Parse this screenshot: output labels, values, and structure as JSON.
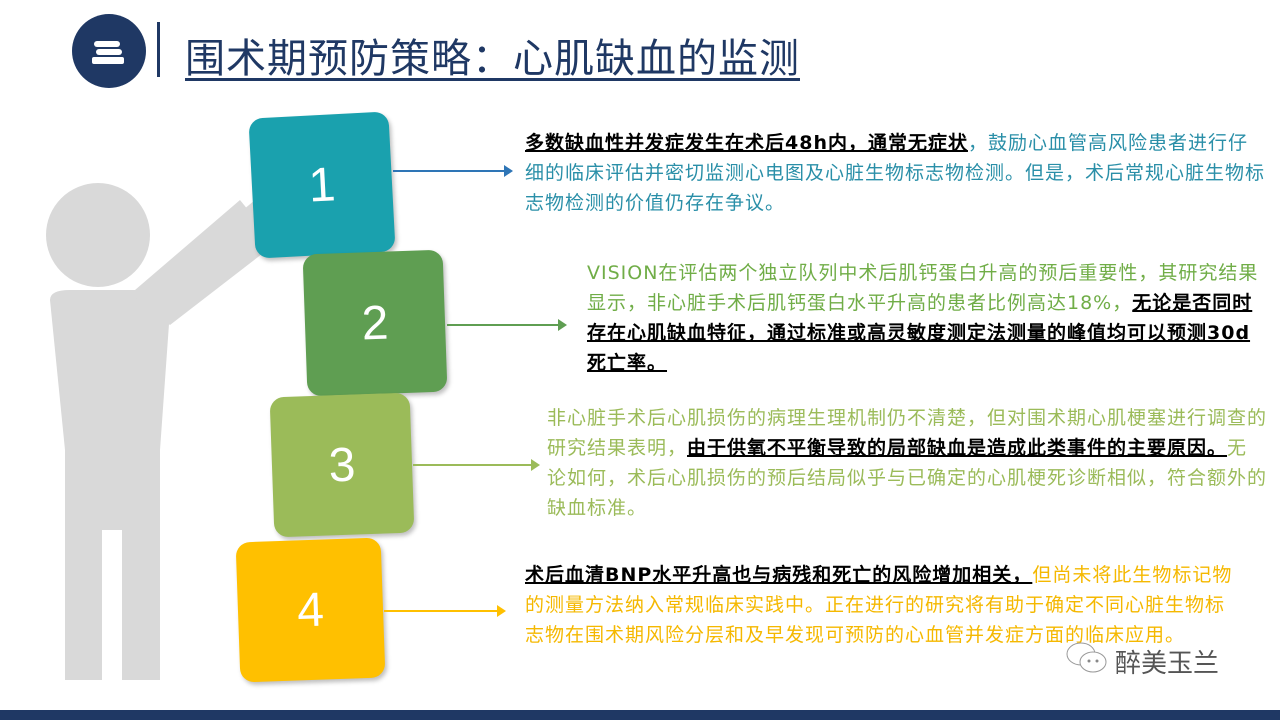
{
  "header": {
    "title": "围术期预防策略：心肌缺血的监测",
    "logo_icon": "books-icon"
  },
  "steps": [
    {
      "number": "1",
      "color": "#1aa1ae",
      "text_color": "#2a8fa8",
      "bold": "多数缺血性并发症发生在术后48h内，通常无症状",
      "rest": "，鼓励心血管高风险患者进行仔细的临床评估并密切监测心电图及心脏生物标志物检测。但是，术后常规心脏生物标志物检测的价值仍存在争议。"
    },
    {
      "number": "2",
      "color": "#5f9e52",
      "text_color": "#70ad47",
      "pre": "VISION在评估两个独立队列中术后肌钙蛋白升高的预后重要性，其研究结果显示，非心脏手术后肌钙蛋白水平升高的患者比例高达18%，",
      "bold": "无论是否同时存在心肌缺血特征，通过标准或高灵敏度测定法测量的峰值均可以预测30d死亡率。"
    },
    {
      "number": "3",
      "color": "#9bbb59",
      "text_color": "#9bbb59",
      "pre": "非心脏手术后心肌损伤的病理生理机制仍不清楚，但对围术期心肌梗塞进行调查的研究结果表明，",
      "bold": "由于供氧不平衡导致的局部缺血是造成此类事件的主要原因。",
      "rest": "无论如何，术后心肌损伤的预后结局似乎与已确定的心肌梗死诊断相似，符合额外的缺血标准。"
    },
    {
      "number": "4",
      "color": "#ffc000",
      "text_color": "#f5b800",
      "bold": "术后血清BNP水平升高也与病残和死亡的风险增加相关，",
      "rest": "但尚未将此生物标记物的测量方法纳入常规临床实践中。正在进行的研究将有助于确定不同心脏生物标志物在围术期风险分层和及早发现可预防的心血管并发症方面的临床应用。"
    }
  ],
  "watermark": {
    "text": "醉美玉兰",
    "icon": "wechat-icon"
  }
}
